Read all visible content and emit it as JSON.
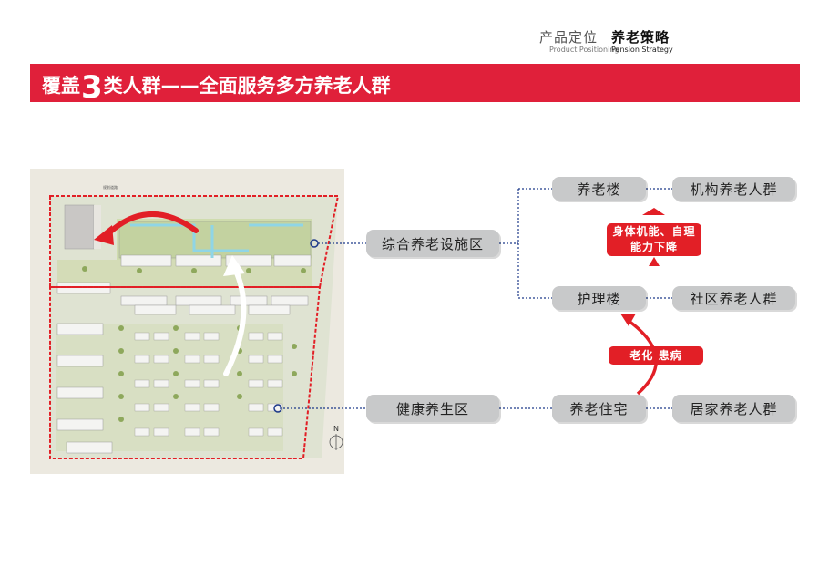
{
  "header": {
    "section_cn": "产品定位",
    "topic_cn": "养老策略",
    "section_en": "Product Positioning",
    "topic_en": "Pension Strategy"
  },
  "banner": {
    "prefix": "覆盖",
    "number": "3",
    "suffix": "类人群——全面服务多方养老人群"
  },
  "plan": {
    "road_label": "规划道路",
    "north": "N"
  },
  "zones": {
    "facility": "综合养老设施区",
    "healthy": "健康养生区"
  },
  "buildings": {
    "elderly_building": "养老楼",
    "nursing_building": "护理楼",
    "elderly_housing": "养老住宅"
  },
  "groups": {
    "institutional": "机构养老人群",
    "community": "社区养老人群",
    "home": "居家养老人群"
  },
  "transitions": {
    "decline": "身体机能、自理能力下降",
    "aging": "老化 患病"
  },
  "colors": {
    "brand_red": "#e0203a",
    "box_gray": "#c8c9ca",
    "line_blue": "#1d3a8a"
  }
}
